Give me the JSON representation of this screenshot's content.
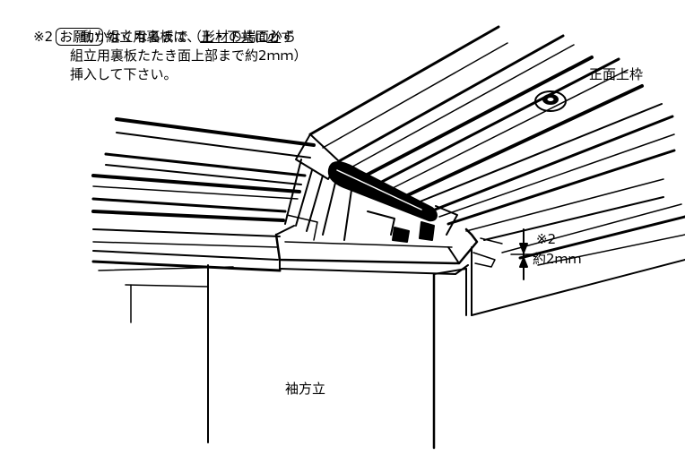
{
  "note": {
    "mark": "※2",
    "badge": "お願い",
    "line1_a": "組立用裏板は、",
    "line1_b": "上・下共",
    "line1_c": "に",
    "line1_d": "必",
    "line1_e": "ず",
    "line2": "動かなくなるまで（形材の端面から",
    "line3": "組立用裏板たたき面上部まで約2ｍｍ）",
    "line4": "挿入して下さい。"
  },
  "labels": {
    "top_frame": "正面上枠",
    "side_post": "袖方立",
    "dim_mark": "※2",
    "dim_value": "約2ｍｍ"
  }
}
